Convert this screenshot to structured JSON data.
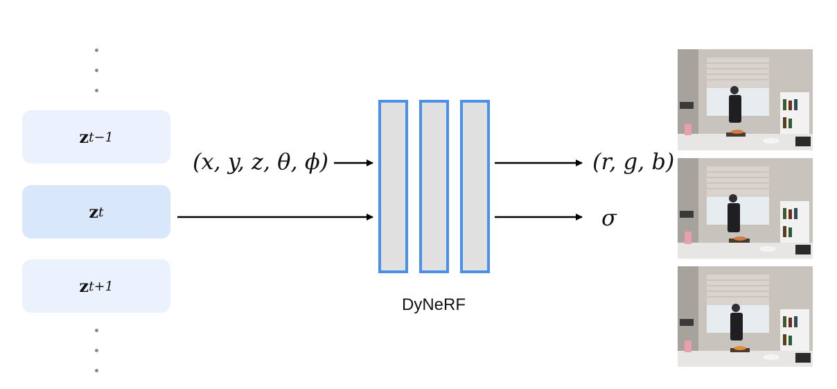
{
  "latents": [
    {
      "symbol": "z",
      "subscript": "t−1"
    },
    {
      "symbol": "z",
      "subscript": "t"
    },
    {
      "symbol": "z",
      "subscript": "t+1"
    }
  ],
  "input_label": "(x, y, z, θ, ϕ)",
  "output_rgb_label": "(r, g, b)",
  "output_sigma_label": "σ",
  "network_label": "DyNeRF",
  "colors": {
    "latent_light": "#ebf2fd",
    "latent_mid": "#d9e7fb",
    "layer_fill": "#e0e0e0",
    "layer_stroke": "#4a90e8",
    "arrow": "#000000"
  }
}
